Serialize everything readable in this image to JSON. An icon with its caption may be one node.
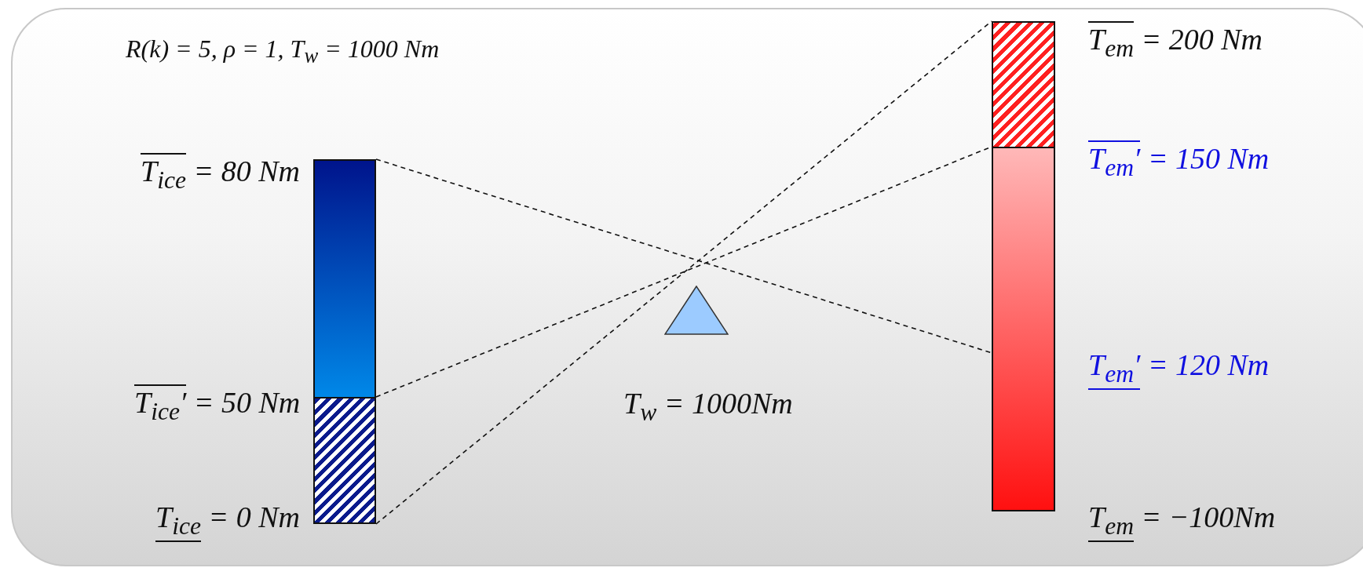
{
  "diagram": {
    "nodes": [
      {
        "text": [],
        "shape": "bar",
        "beside": [
          "T$_{ice}$ = 80 Nm"
        ]
      },
      {
        "text": [],
        "shape": "bar",
        "beside": [
          "T$_{ice}$′ = 50 Nm",
          "T$_{ice}$ = 0 Nm"
        ]
      },
      {
        "text": [],
        "shape": "bar",
        "beside": [
          "T$_{em}$ = 200 Nm"
        ]
      },
      {
        "text": [],
        "shape": "bar",
        "beside": [
          "T$_{em}$′ = 150 Nm",
          "T$_{em}$′ = 120 Nm",
          "T$_{em}$ = −100Nm"
        ]
      },
      {
        "text": [],
        "shape": "triangle",
        "beside": [
          "T$_{w}$ = 1000Nm"
        ]
      }
    ],
    "edges": [
      {
        "from": 0,
        "to": 3,
        "arrow": "none",
        "style": "dashed"
      },
      {
        "from": 1,
        "to": 3,
        "arrow": "none",
        "style": "dashed"
      },
      {
        "from": 1,
        "to": 2,
        "arrow": "none",
        "style": "dashed"
      }
    ],
    "labels": [
      "R(k) = 5, ρ = 1, T$_{w}$ = 1000 Nm"
    ]
  }
}
